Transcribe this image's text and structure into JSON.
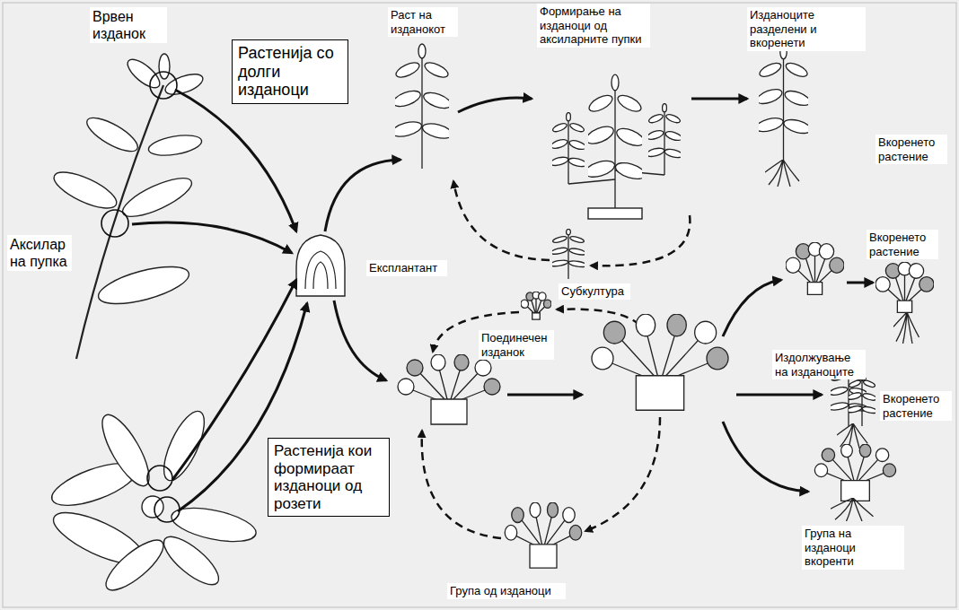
{
  "diagram": {
    "nodes": [
      {
        "text": [
          "Растенија со долги изданоци"
        ]
      },
      {
        "text": [
          "Растенија кои формираат изданоци од розети"
        ]
      }
    ],
    "labels": [
      "Врвен изданок",
      "Аксиларна пупка",
      "Раст на изданокот",
      "Формирање на изданоци од аксиларните пупки",
      "Изданоците разделени и вкоренети",
      "Вкоренето растение",
      "Експлантант",
      "Вкоренето растение",
      "Субкултура",
      "Поединечен изданок",
      "Издолжување на изданоците",
      "Вкоренето растение",
      "Група на изданоци вкоренти",
      "Група од изданоци"
    ]
  }
}
